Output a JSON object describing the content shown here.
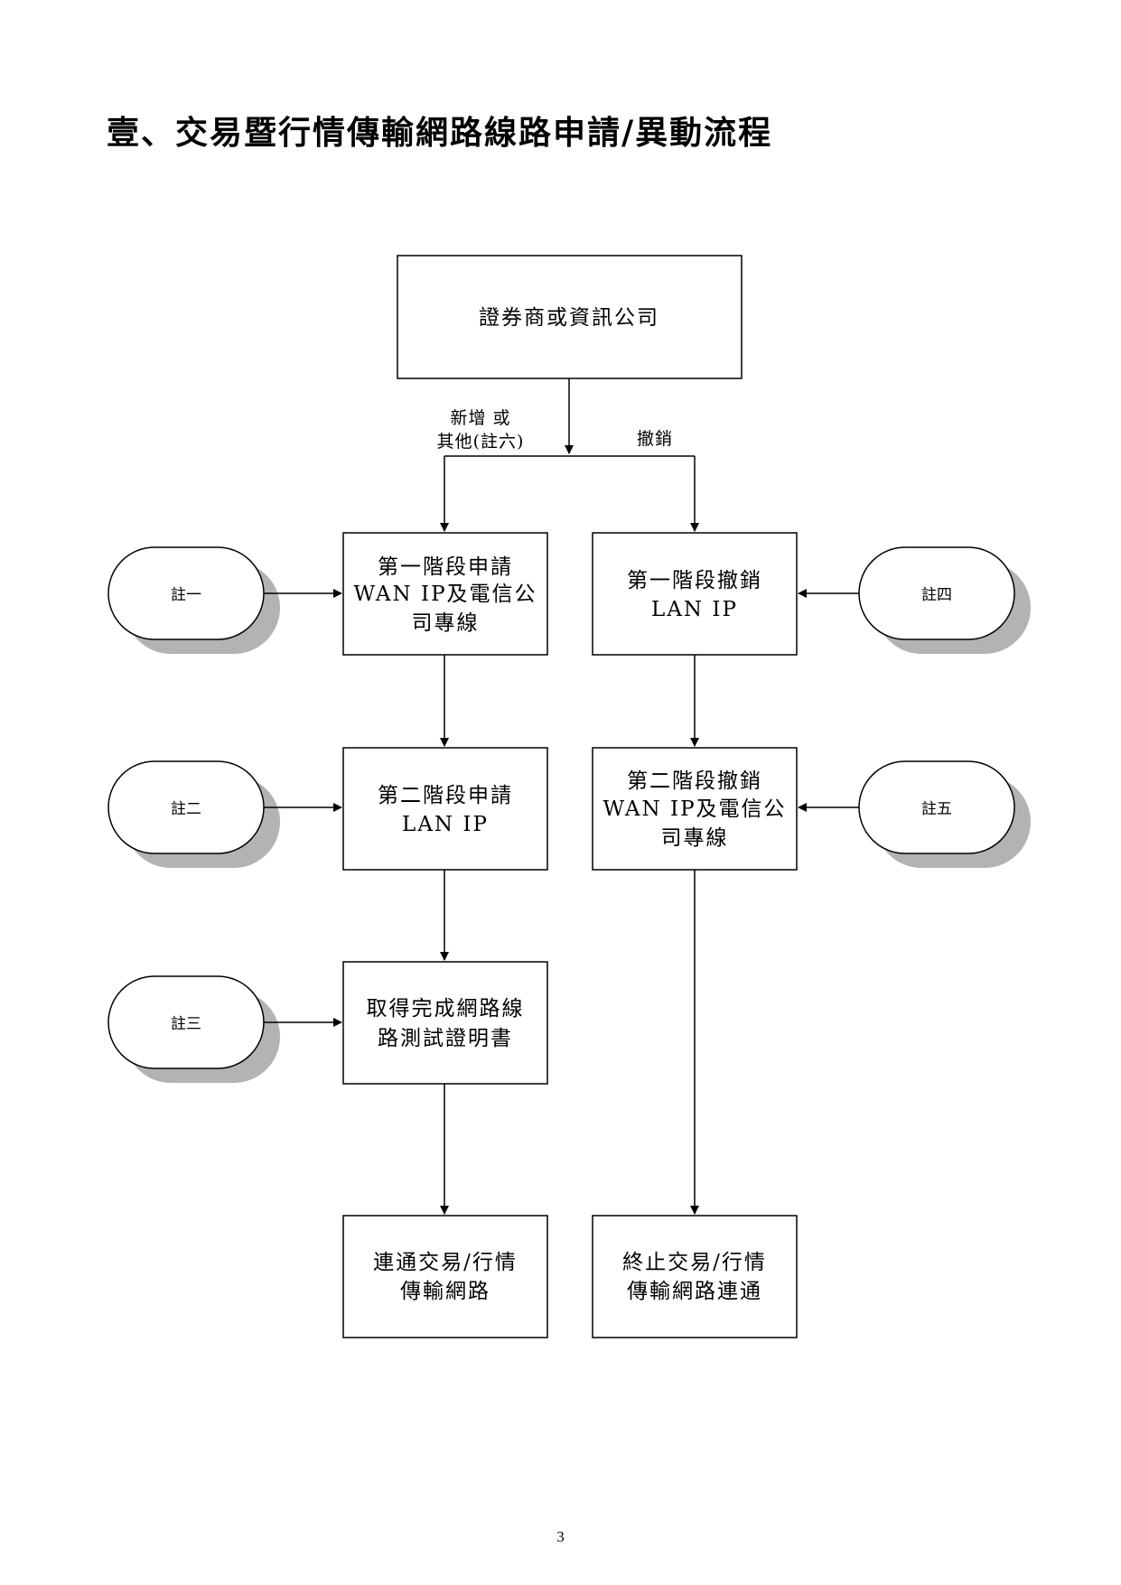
{
  "heading": "壹、交易暨行情傳輸網路線路申請/異動流程",
  "flowchart": {
    "top_box": "證券商或資訊公司",
    "branch_labels": {
      "left_line1": "新增 或",
      "left_line2": "其他(註六)",
      "right": "撤銷"
    },
    "left_column": [
      {
        "lines": [
          "第一階段申請",
          "WAN IP及電信公",
          "司專線"
        ]
      },
      {
        "lines": [
          "第二階段申請",
          "LAN IP"
        ]
      },
      {
        "lines": [
          "取得完成網路線",
          "路測試證明書"
        ]
      },
      {
        "lines": [
          "連通交易/行情",
          "傳輸網路"
        ]
      }
    ],
    "right_column": [
      {
        "lines": [
          "第一階段撤銷",
          "LAN IP"
        ]
      },
      {
        "lines": [
          "第二階段撤銷",
          "WAN IP及電信公",
          "司專線"
        ]
      },
      {
        "lines": [
          "終止交易/行情",
          "傳輸網路連通"
        ]
      }
    ],
    "notes_left": [
      "註一",
      "註二",
      "註三"
    ],
    "notes_right": [
      "註四",
      "註五"
    ]
  },
  "page_number": "3"
}
